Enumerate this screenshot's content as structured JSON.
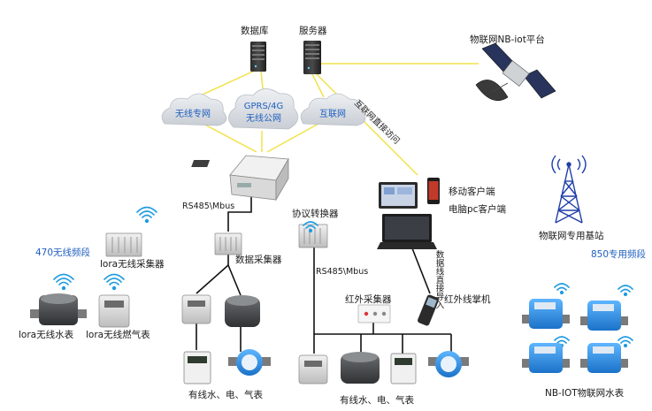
{
  "labels": {
    "database": "数据库",
    "server": "服务器",
    "nbiot_platform": "物联网NB-iot平台",
    "cloud_wireless": "无线专网",
    "cloud_gprs_line1": "GPRS/4G",
    "cloud_gprs_line2": "无线公网",
    "cloud_internet": "互联网",
    "internet_direct": "互联网直接访问",
    "rs485_left": "RS485\\Mbus",
    "rs485_right": "RS485\\Mbus",
    "protocol_converter": "协议转换器",
    "mobile_client": "移动客户端",
    "pc_client": "电脑pc客户端",
    "data_cable": "数据线直接导入",
    "nbiot_base_station": "物联网专用基站",
    "band_470": "470无线频段",
    "band_850": "850专用频段",
    "lora_collector": "lora无线采集器",
    "data_collector": "数据采集器",
    "lora_water": "lora无线水表",
    "lora_gas": "lora无线燃气表",
    "ir_collector": "红外采集器",
    "ir_handheld": "红外线掌机",
    "wired_meters_left": "有线水、电、气表",
    "wired_meters_right": "有线水、电、气表",
    "nbiot_water_meters": "NB-IOT物联网水表"
  },
  "colors": {
    "wireless_link": "#f2e24a",
    "wired_link": "#111111",
    "label_blue": "#1f5fbf",
    "cloud": "#d9dde2",
    "wifi_icon": "#1e9be0"
  }
}
